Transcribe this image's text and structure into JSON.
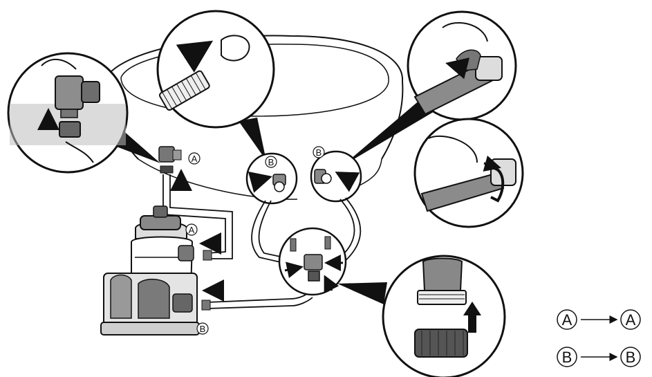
{
  "labels": {
    "a": "A",
    "b": "B"
  },
  "legend": [
    {
      "from": "A",
      "to": "A"
    },
    {
      "from": "B",
      "to": "B"
    }
  ],
  "colors": {
    "ink": "#111111",
    "shade": "#9a9a9a",
    "dark": "#555555",
    "fill": "#ffffff"
  }
}
